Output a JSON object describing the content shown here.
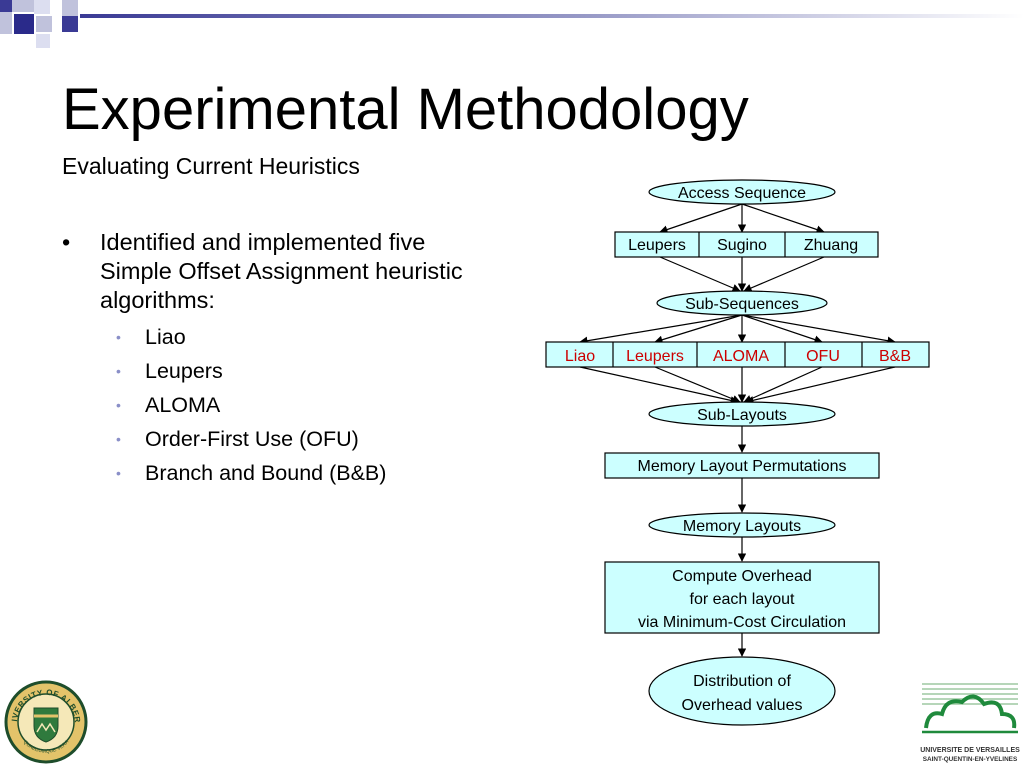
{
  "slide": {
    "title": "Experimental Methodology",
    "subtitle": "Evaluating Current Heuristics"
  },
  "bullets": {
    "main_lines": [
      "Identified and implemented five",
      "Simple Offset Assignment heuristic",
      "algorithms:"
    ],
    "sub_items": [
      "Liao",
      "Leupers",
      "ALOMA",
      "Order-First Use (OFU)",
      "Branch and Bound (B&B)"
    ]
  },
  "flowchart": {
    "access_sequence": "Access Sequence",
    "partitioners": [
      "Leupers",
      "Sugino",
      "Zhuang"
    ],
    "sub_sequences": "Sub-Sequences",
    "heuristics": [
      "Liao",
      "Leupers",
      "ALOMA",
      "OFU",
      "B&B"
    ],
    "sub_layouts": "Sub-Layouts",
    "permutations": "Memory Layout Permutations",
    "memory_layouts": "Memory Layouts",
    "compute_lines": [
      "Compute Overhead",
      "for each layout",
      "via Minimum-Cost Circulation"
    ],
    "distribution_lines": [
      "Distribution of",
      "Overhead values"
    ]
  },
  "logos": {
    "left_text": "UNIVERSITY OF ALBERTA",
    "left_motto": "QUAECUMQUE VERA",
    "right_lines": [
      "UNIVERSITE DE VERSAILLES",
      "SAINT-QUENTIN-EN-YVELINES"
    ]
  },
  "colors": {
    "fill": "#ccffff",
    "highlight_text": "#cc0000",
    "deco_blue": "#2a2a8a",
    "sub_bullet": "#8a8fc8"
  }
}
